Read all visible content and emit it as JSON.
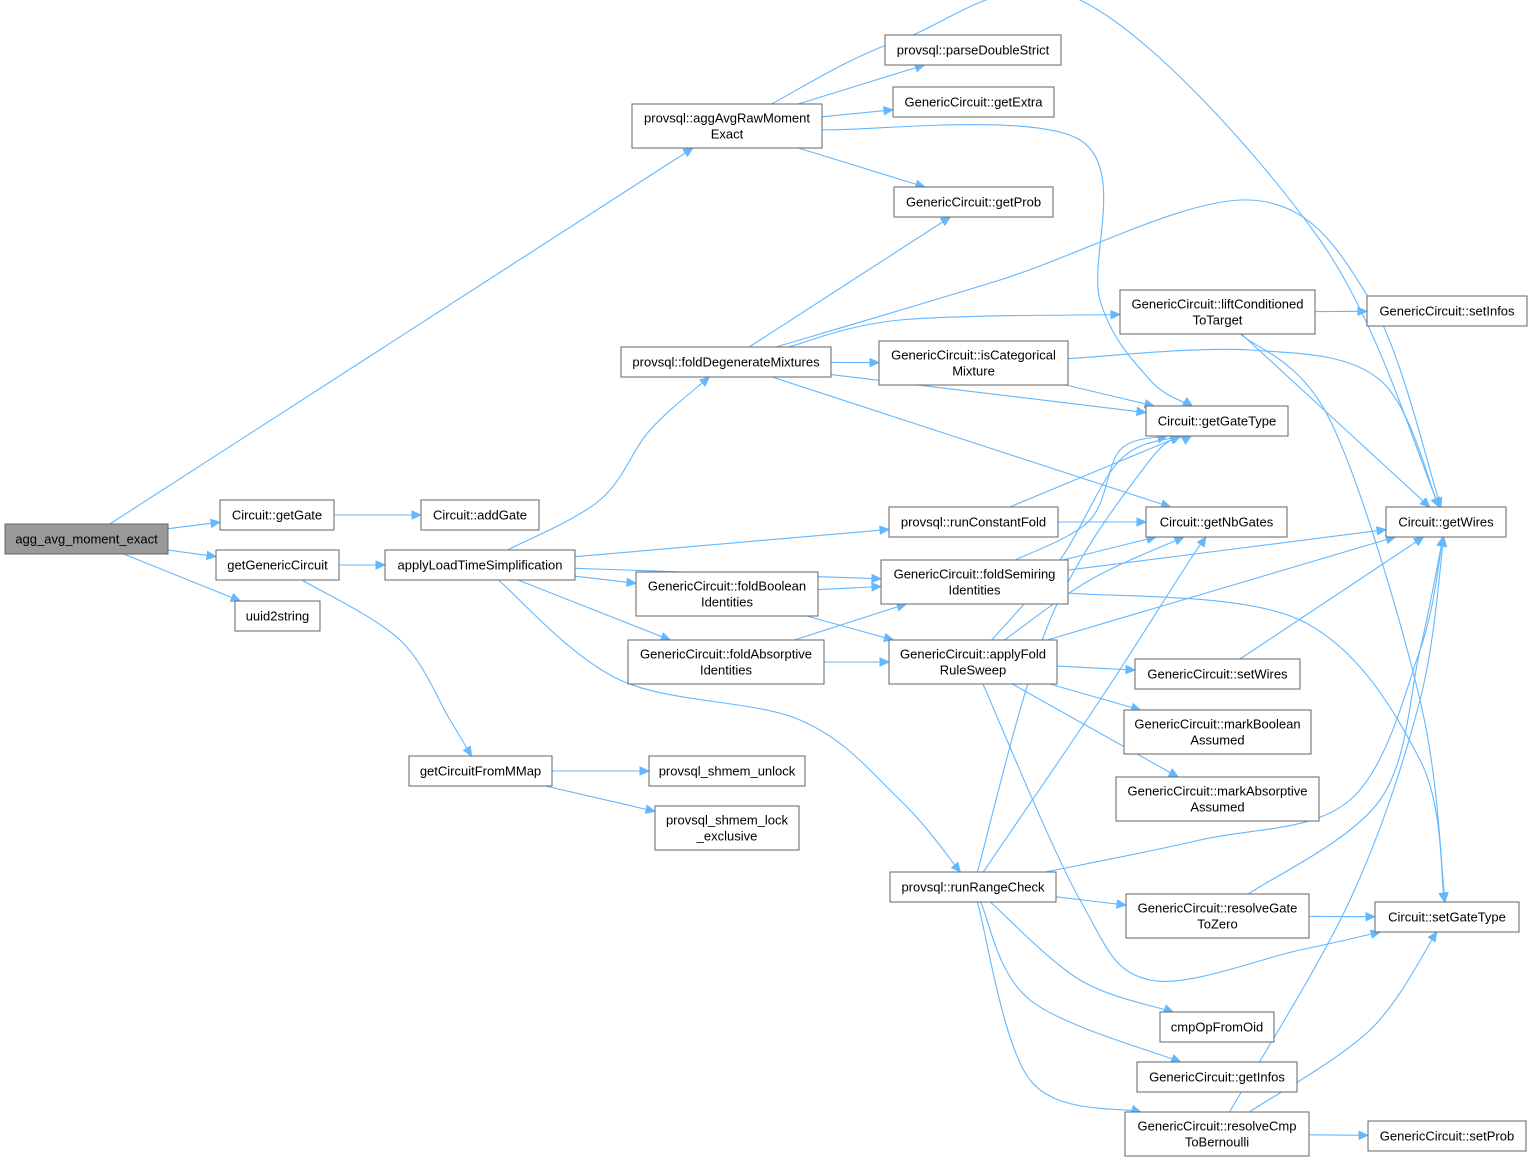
{
  "graph": {
    "root": "agg_avg_moment_exact",
    "colors": {
      "edge": "#63b8ff",
      "node_border": "#666666",
      "root_fill": "#999999",
      "node_fill": "#ffffff"
    },
    "nodes": [
      {
        "id": "agg_avg_moment_exact",
        "lines": [
          "agg_avg_moment_exact"
        ],
        "root": true
      },
      {
        "id": "aggAvgRawMomentExact",
        "lines": [
          "provsql::aggAvgRawMoment",
          "Exact"
        ]
      },
      {
        "id": "parseDoubleStrict",
        "lines": [
          "provsql::parseDoubleStrict"
        ]
      },
      {
        "id": "getExtra",
        "lines": [
          "GenericCircuit::getExtra"
        ]
      },
      {
        "id": "getProb",
        "lines": [
          "GenericCircuit::getProb"
        ]
      },
      {
        "id": "getWires",
        "lines": [
          "Circuit::getWires"
        ]
      },
      {
        "id": "getGateType",
        "lines": [
          "Circuit::getGateType"
        ]
      },
      {
        "id": "circuitGetGate",
        "lines": [
          "Circuit::getGate"
        ]
      },
      {
        "id": "addGate",
        "lines": [
          "Circuit::addGate"
        ]
      },
      {
        "id": "getGenericCircuit",
        "lines": [
          "getGenericCircuit"
        ]
      },
      {
        "id": "uuid2string",
        "lines": [
          "uuid2string"
        ]
      },
      {
        "id": "applyLoadTimeSimplification",
        "lines": [
          "applyLoadTimeSimplification"
        ]
      },
      {
        "id": "getCircuitFromMMap",
        "lines": [
          "getCircuitFromMMap"
        ]
      },
      {
        "id": "shmemUnlock",
        "lines": [
          "provsql_shmem_unlock"
        ]
      },
      {
        "id": "shmemLockExclusive",
        "lines": [
          "provsql_shmem_lock",
          "_exclusive"
        ]
      },
      {
        "id": "foldDegenerateMixtures",
        "lines": [
          "provsql::foldDegenerateMixtures"
        ]
      },
      {
        "id": "liftConditioned",
        "lines": [
          "GenericCircuit::liftConditioned",
          "ToTarget"
        ]
      },
      {
        "id": "setInfos",
        "lines": [
          "GenericCircuit::setInfos"
        ]
      },
      {
        "id": "isCategorical",
        "lines": [
          "GenericCircuit::isCategorical",
          "Mixture"
        ]
      },
      {
        "id": "getNbGates",
        "lines": [
          "Circuit::getNbGates"
        ]
      },
      {
        "id": "runConstantFold",
        "lines": [
          "provsql::runConstantFold"
        ]
      },
      {
        "id": "foldSemiring",
        "lines": [
          "GenericCircuit::foldSemiring",
          "Identities"
        ]
      },
      {
        "id": "foldBoolean",
        "lines": [
          "GenericCircuit::foldBoolean",
          "Identities"
        ]
      },
      {
        "id": "foldAbsorptive",
        "lines": [
          "GenericCircuit::foldAbsorptive",
          "Identities"
        ]
      },
      {
        "id": "applyFoldRuleSweep",
        "lines": [
          "GenericCircuit::applyFold",
          "RuleSweep"
        ]
      },
      {
        "id": "setWires",
        "lines": [
          "GenericCircuit::setWires"
        ]
      },
      {
        "id": "markBoolean",
        "lines": [
          "GenericCircuit::markBoolean",
          "Assumed"
        ]
      },
      {
        "id": "markAbsorptive",
        "lines": [
          "GenericCircuit::markAbsorptive",
          "Assumed"
        ]
      },
      {
        "id": "runRangeCheck",
        "lines": [
          "provsql::runRangeCheck"
        ]
      },
      {
        "id": "resolveGateToZero",
        "lines": [
          "GenericCircuit::resolveGate",
          "ToZero"
        ]
      },
      {
        "id": "setGateType",
        "lines": [
          "Circuit::setGateType"
        ]
      },
      {
        "id": "cmpOpFromOid",
        "lines": [
          "cmpOpFromOid"
        ]
      },
      {
        "id": "getInfos",
        "lines": [
          "GenericCircuit::getInfos"
        ]
      },
      {
        "id": "resolveCmp",
        "lines": [
          "GenericCircuit::resolveCmp",
          "ToBernoulli"
        ]
      },
      {
        "id": "setProb",
        "lines": [
          "GenericCircuit::setProb"
        ]
      }
    ],
    "edges": [
      [
        "agg_avg_moment_exact",
        "aggAvgRawMomentExact"
      ],
      [
        "agg_avg_moment_exact",
        "circuitGetGate"
      ],
      [
        "agg_avg_moment_exact",
        "getGenericCircuit"
      ],
      [
        "agg_avg_moment_exact",
        "uuid2string"
      ],
      [
        "aggAvgRawMomentExact",
        "parseDoubleStrict"
      ],
      [
        "aggAvgRawMomentExact",
        "getExtra"
      ],
      [
        "aggAvgRawMomentExact",
        "getProb"
      ],
      [
        "aggAvgRawMomentExact",
        "getWires"
      ],
      [
        "aggAvgRawMomentExact",
        "getGateType"
      ],
      [
        "circuitGetGate",
        "addGate"
      ],
      [
        "getGenericCircuit",
        "applyLoadTimeSimplification"
      ],
      [
        "getGenericCircuit",
        "getCircuitFromMMap"
      ],
      [
        "getCircuitFromMMap",
        "shmemUnlock"
      ],
      [
        "getCircuitFromMMap",
        "shmemLockExclusive"
      ],
      [
        "applyLoadTimeSimplification",
        "foldDegenerateMixtures"
      ],
      [
        "applyLoadTimeSimplification",
        "runConstantFold"
      ],
      [
        "applyLoadTimeSimplification",
        "foldSemiring"
      ],
      [
        "applyLoadTimeSimplification",
        "foldBoolean"
      ],
      [
        "applyLoadTimeSimplification",
        "foldAbsorptive"
      ],
      [
        "applyLoadTimeSimplification",
        "runRangeCheck"
      ],
      [
        "foldDegenerateMixtures",
        "getProb"
      ],
      [
        "foldDegenerateMixtures",
        "getWires"
      ],
      [
        "foldDegenerateMixtures",
        "liftConditioned"
      ],
      [
        "foldDegenerateMixtures",
        "isCategorical"
      ],
      [
        "foldDegenerateMixtures",
        "getGateType"
      ],
      [
        "foldDegenerateMixtures",
        "getNbGates"
      ],
      [
        "liftConditioned",
        "setInfos"
      ],
      [
        "liftConditioned",
        "getWires"
      ],
      [
        "liftConditioned",
        "setGateType"
      ],
      [
        "isCategorical",
        "getGateType"
      ],
      [
        "isCategorical",
        "getWires"
      ],
      [
        "runConstantFold",
        "getGateType"
      ],
      [
        "runConstantFold",
        "getNbGates"
      ],
      [
        "foldSemiring",
        "getGateType"
      ],
      [
        "foldSemiring",
        "getNbGates"
      ],
      [
        "foldSemiring",
        "getWires"
      ],
      [
        "foldSemiring",
        "setGateType"
      ],
      [
        "foldBoolean",
        "foldSemiring"
      ],
      [
        "foldBoolean",
        "applyFoldRuleSweep"
      ],
      [
        "foldAbsorptive",
        "foldSemiring"
      ],
      [
        "foldAbsorptive",
        "applyFoldRuleSweep"
      ],
      [
        "applyFoldRuleSweep",
        "getGateType"
      ],
      [
        "applyFoldRuleSweep",
        "getNbGates"
      ],
      [
        "applyFoldRuleSweep",
        "getWires"
      ],
      [
        "applyFoldRuleSweep",
        "setWires"
      ],
      [
        "applyFoldRuleSweep",
        "markBoolean"
      ],
      [
        "applyFoldRuleSweep",
        "markAbsorptive"
      ],
      [
        "applyFoldRuleSweep",
        "setGateType"
      ],
      [
        "setWires",
        "getWires"
      ],
      [
        "runRangeCheck",
        "getGateType"
      ],
      [
        "runRangeCheck",
        "getNbGates"
      ],
      [
        "runRangeCheck",
        "getWires"
      ],
      [
        "runRangeCheck",
        "resolveGateToZero"
      ],
      [
        "runRangeCheck",
        "cmpOpFromOid"
      ],
      [
        "runRangeCheck",
        "getInfos"
      ],
      [
        "runRangeCheck",
        "resolveCmp"
      ],
      [
        "resolveGateToZero",
        "setGateType"
      ],
      [
        "resolveGateToZero",
        "getWires"
      ],
      [
        "resolveCmp",
        "setGateType"
      ],
      [
        "resolveCmp",
        "getWires"
      ],
      [
        "resolveCmp",
        "setProb"
      ]
    ]
  }
}
